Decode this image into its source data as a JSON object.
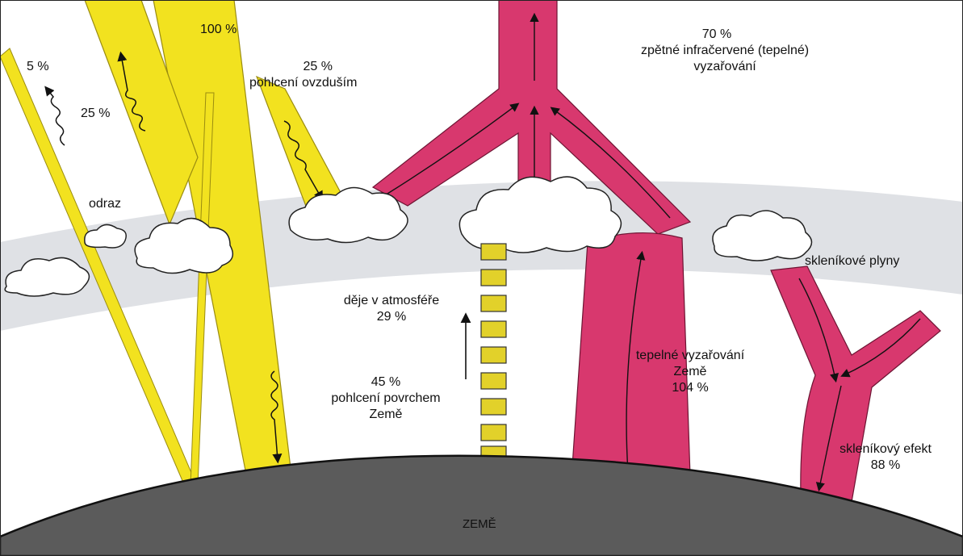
{
  "colors": {
    "solar": "#f2e21f",
    "solar_edge": "#9a8c10",
    "thermal": "#d8386e",
    "thermal_edge": "#6d1433",
    "earth": "#5b5b5b",
    "earth_edge": "#111111",
    "atmosphere": "#d7d9de",
    "cloud": "#ffffff",
    "column": "#e2d12a"
  },
  "labels": {
    "incoming": "100 %",
    "scattered": "5 %",
    "reflected": "25 %",
    "reflection": "odraz",
    "air_absorbed_value": "25 %",
    "air_absorbed_text": "pohlcení ovzduším",
    "back_ir_value": "70 %",
    "back_ir_line1": "zpětné infračervené (tepelné)",
    "back_ir_line2": "vyzařování",
    "atm_processes_line1": "děje v atmosféře",
    "atm_processes_line2": "29 %",
    "surface_absorbed_value": "45 %",
    "surface_absorbed_line1": "pohlcení povrchem",
    "surface_absorbed_line2": "Země",
    "greenhouse_gases": "skleníkové plyny",
    "earth_radiation_line1": "tepelné vyzařování",
    "earth_radiation_line2": "Země",
    "earth_radiation_line3": "104 %",
    "greenhouse_effect_line1": "skleníkový efekt",
    "greenhouse_effect_line2": "88 %",
    "earth": "ZEMĚ"
  }
}
